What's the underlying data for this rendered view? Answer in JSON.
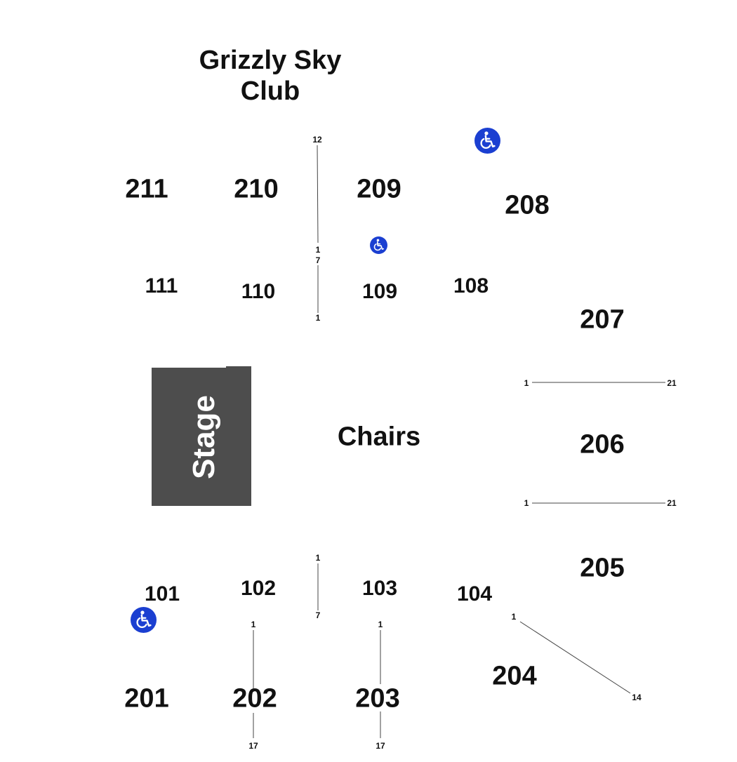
{
  "title": {
    "line1": "Grizzly Sky",
    "line2": "Club"
  },
  "stage": {
    "label": "Stage"
  },
  "floor": {
    "label": "Chairs"
  },
  "sections": {
    "s211": "211",
    "s210": "210",
    "s209": "209",
    "s208": "208",
    "s207": "207",
    "s206": "206",
    "s205": "205",
    "s204": "204",
    "s203": "203",
    "s202": "202",
    "s201": "201",
    "s111": "111",
    "s110": "110",
    "s109": "109",
    "s108": "108",
    "s101": "101",
    "s102": "102",
    "s103": "103",
    "s104": "104"
  },
  "rows": {
    "r12": "12",
    "r1a": "1",
    "r7a": "7",
    "r1b": "1",
    "r1c": "1",
    "r21c": "21",
    "r1d": "1",
    "r21d": "21",
    "r1e": "1",
    "r7e": "7",
    "r1f": "1",
    "r17f": "17",
    "r1g": "1",
    "r17g": "17",
    "r1h": "1",
    "r14h": "14"
  },
  "icons": {
    "accessible": "wheelchair-icon"
  },
  "colors": {
    "stage": "#4d4d4d",
    "accessible": "#1b3fd1",
    "text": "#111111"
  }
}
